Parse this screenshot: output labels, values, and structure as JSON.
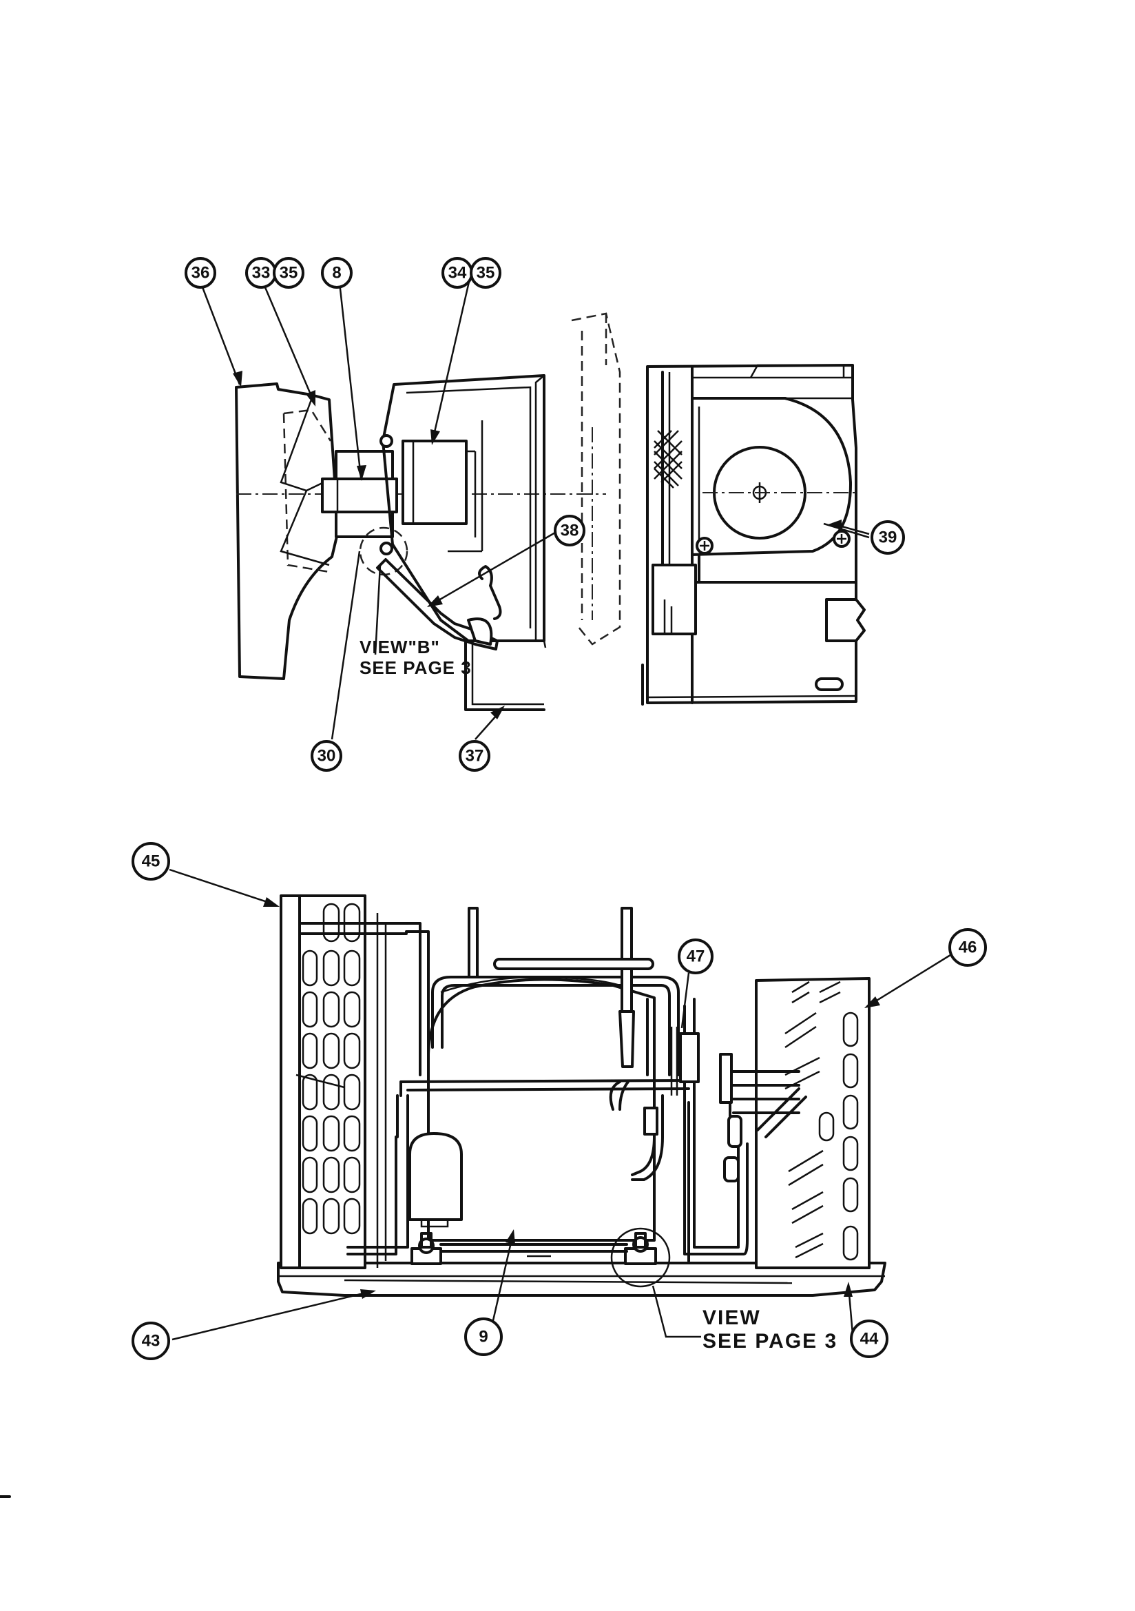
{
  "callouts": {
    "c36": "36",
    "c33": "33",
    "c35a": "35",
    "c8": "8",
    "c34": "34",
    "c35b": "35",
    "c38": "38",
    "c39": "39",
    "c30": "30",
    "c37": "37",
    "c45": "45",
    "c46": "46",
    "c47": "47",
    "c43": "43",
    "c9": "9",
    "c44": "44"
  },
  "notes": {
    "view_b_line1": "VIEW\"B\"",
    "view_b_line2": "SEE PAGE 3",
    "view_line1": "VIEW",
    "view_line2": "SEE PAGE 3"
  }
}
